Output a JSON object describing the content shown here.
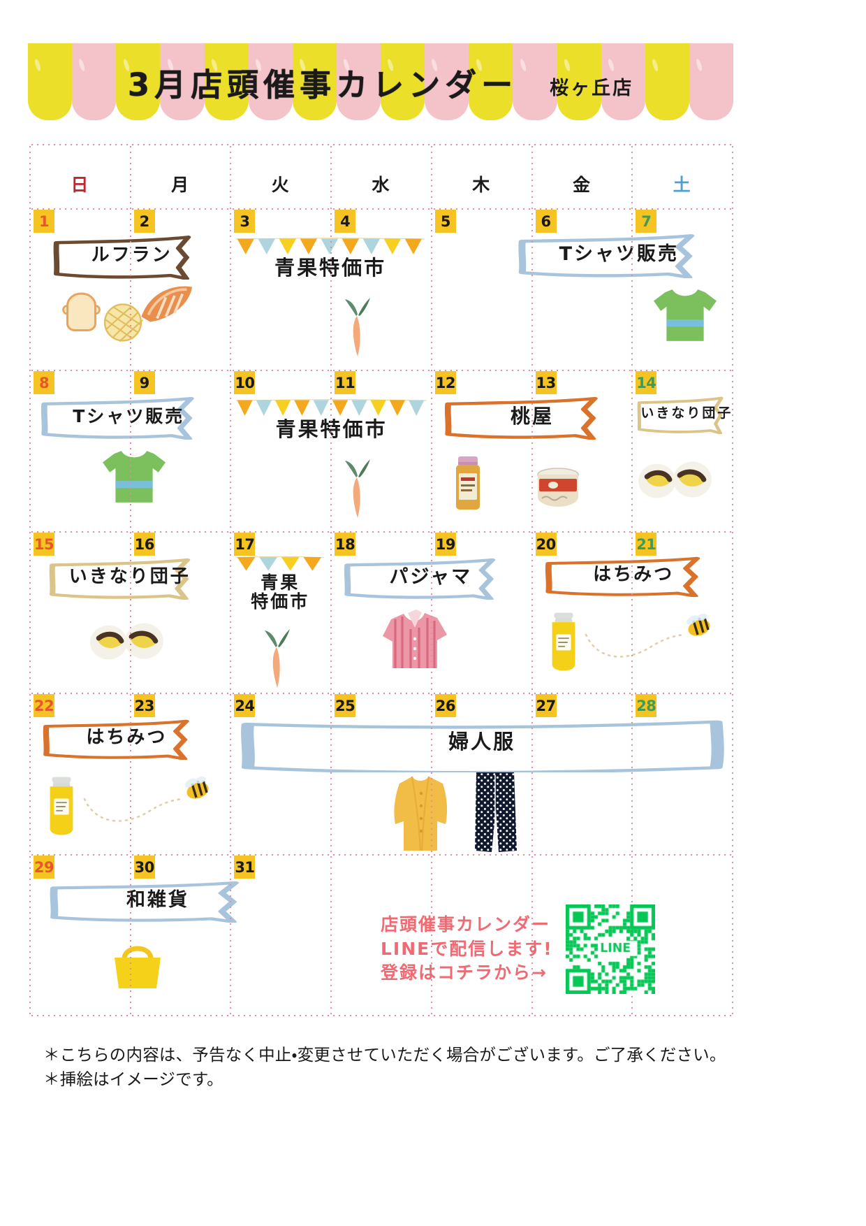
{
  "header": {
    "title": "3月店頭催事カレンダー",
    "store": "桜ヶ丘店",
    "stripe_yellow": "#ecdf2a",
    "stripe_pink": "#f4c3ca"
  },
  "weekdays": [
    {
      "label": "日",
      "kind": "sun"
    },
    {
      "label": "月",
      "kind": "wd"
    },
    {
      "label": "火",
      "kind": "wd"
    },
    {
      "label": "水",
      "kind": "wd"
    },
    {
      "label": "木",
      "kind": "wd"
    },
    {
      "label": "金",
      "kind": "wd"
    },
    {
      "label": "土",
      "kind": "sat"
    }
  ],
  "colors": {
    "grid_dot": "#e8899c",
    "day_chip": "#f5c322",
    "sunday_num": "#e8562b",
    "saturday_num": "#3f9b58",
    "banner_brown": "#6b4a32",
    "banner_blue": "#a8c4dc",
    "banner_orange": "#d9722a",
    "banner_tan": "#dbc487",
    "line_pink": "#ef6a72",
    "line_green": "#06c755"
  },
  "weeks": [
    {
      "days": [
        "1",
        "2",
        "3",
        "4",
        "5",
        "6",
        "7"
      ]
    },
    {
      "days": [
        "8",
        "9",
        "10",
        "11",
        "12",
        "13",
        "14"
      ]
    },
    {
      "days": [
        "15",
        "16",
        "17",
        "18",
        "19",
        "20",
        "21"
      ]
    },
    {
      "days": [
        "22",
        "23",
        "24",
        "25",
        "26",
        "27",
        "28"
      ]
    },
    {
      "days": [
        "29",
        "30",
        "31",
        "",
        "",
        "",
        ""
      ]
    }
  ],
  "events": [
    {
      "id": "e1",
      "label": "ルフラン",
      "week": 0,
      "start": 0,
      "span": 2,
      "style": "ribbon-brown",
      "font": 26,
      "icons": [
        "bread-slice-icon",
        "melon-pan-icon",
        "croissant-icon"
      ]
    },
    {
      "id": "e2",
      "label": "青果特価市",
      "week": 0,
      "start": 2,
      "span": 2,
      "style": "bunting",
      "font": 29,
      "icons": [
        "carrot-icon"
      ]
    },
    {
      "id": "e3",
      "label": "Tシャツ販売",
      "week": 0,
      "start": 4.75,
      "span": 2.25,
      "style": "ribbon-blue",
      "font": 27,
      "icons": [
        "tshirt-icon"
      ]
    },
    {
      "id": "e4",
      "label": "Tシャツ販売",
      "week": 1,
      "start": 0,
      "span": 2,
      "style": "ribbon-blue",
      "font": 25,
      "icons": [
        "tshirt-icon"
      ]
    },
    {
      "id": "e5",
      "label": "青果特価市",
      "week": 1,
      "start": 2,
      "span": 2,
      "style": "bunting",
      "font": 29,
      "icons": [
        "carrot-icon"
      ]
    },
    {
      "id": "e6",
      "label": "桃屋",
      "week": 1,
      "start": 4,
      "span": 2,
      "style": "ribbon-orange",
      "font": 28,
      "icons": [
        "jar-icon",
        "can-icon"
      ]
    },
    {
      "id": "e7",
      "label": "いきなり団子",
      "week": 1,
      "start": 6,
      "span": 1,
      "style": "ribbon-tan",
      "font": 19,
      "icons": [
        "dango-icon"
      ]
    },
    {
      "id": "e8",
      "label": "いきなり団子",
      "week": 2,
      "start": 0,
      "span": 2,
      "style": "ribbon-tan",
      "font": 26,
      "icons": [
        "dango-icon"
      ]
    },
    {
      "id": "e9",
      "label": "青果\n特価市",
      "week": 2,
      "start": 2,
      "span": 1,
      "style": "bunting",
      "font": 25,
      "icons": [
        "carrot-icon"
      ]
    },
    {
      "id": "e10",
      "label": "パジャマ",
      "week": 2,
      "start": 3,
      "span": 2,
      "style": "ribbon-blue",
      "font": 27,
      "icons": [
        "pajama-icon"
      ]
    },
    {
      "id": "e11",
      "label": "はちみつ",
      "week": 2,
      "start": 5,
      "span": 2,
      "style": "ribbon-orange",
      "font": 26,
      "icons": [
        "honey-jar-icon",
        "bee-icon"
      ]
    },
    {
      "id": "e12",
      "label": "はちみつ",
      "week": 3,
      "start": 0,
      "span": 2,
      "style": "ribbon-orange",
      "font": 26,
      "icons": [
        "honey-jar-icon",
        "bee-icon"
      ]
    },
    {
      "id": "e13",
      "label": "婦人服",
      "week": 3,
      "start": 2,
      "span": 5,
      "style": "ribbon-blue-wide",
      "font": 29,
      "icons": [
        "cardigan-icon",
        "pants-icon"
      ]
    },
    {
      "id": "e14",
      "label": "和雑貨",
      "week": 4,
      "start": 0,
      "span": 2.4,
      "style": "ribbon-blue",
      "font": 27,
      "icons": [
        "basket-bag-icon"
      ]
    }
  ],
  "line_promo": {
    "text": "店頭催事カレンダー\nLINEで配信します!\n登録はコチラから→",
    "qr_label": "LINE",
    "qr_name": "line-qr-code"
  },
  "notes": {
    "line1": "＊こちらの内容は、予告なく中止・変更させていただく場合がございます。ご了承ください。",
    "line2": "＊挿絵はイメージです。"
  }
}
